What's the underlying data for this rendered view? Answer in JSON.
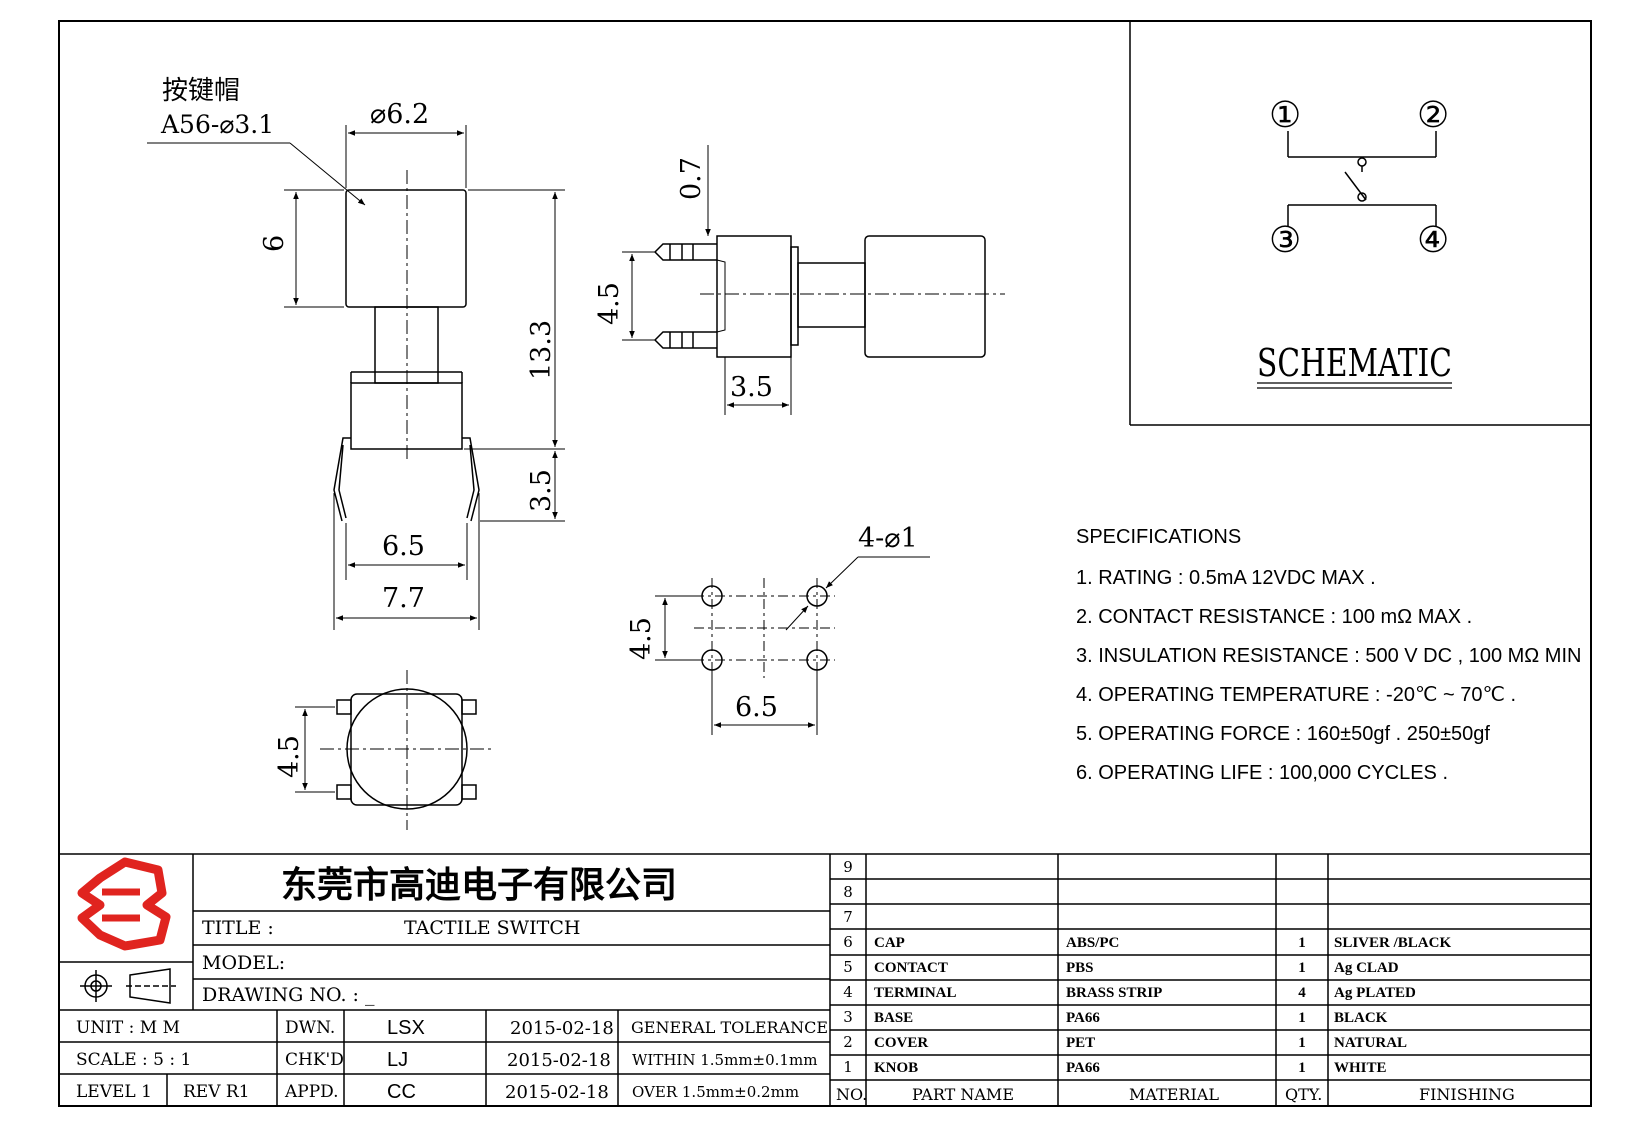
{
  "drawing": {
    "keycap_label_cn": "按键帽",
    "keycap_label_code": "A56-⌀3.1",
    "dim_d62": "⌀6.2",
    "dim_6": "6",
    "dim_133": "13.3",
    "dim_35_right": "3.5",
    "dim_65": "6.5",
    "dim_77": "7.7",
    "dim_07": "0.7",
    "dim_45_side": "4.5",
    "dim_35_side": "3.5",
    "dim_4d1": "4-⌀1",
    "dim_45_holes": "4.5",
    "dim_65_holes": "6.5",
    "dim_45_bottom": "4.5"
  },
  "schematic": {
    "title": "SCHEMATIC",
    "pins": [
      "①",
      "②",
      "③",
      "④"
    ]
  },
  "specifications": {
    "title": "SPECIFICATIONS",
    "items": [
      "1. RATING : 0.5mA 12VDC MAX .",
      "2. CONTACT RESISTANCE : 100 mΩ MAX .",
      "3. INSULATION RESISTANCE : 500 V DC , 100 MΩ MIN",
      "4. OPERATING TEMPERATURE : -20℃ ~ 70℃ .",
      "5. OPERATING FORCE : 160±50gf . 250±50gf",
      "6. OPERATING LIFE : 100,000 CYCLES ."
    ]
  },
  "title_block": {
    "company": "东莞市高迪电子有限公司",
    "title_label": "TITLE :",
    "title_value": "TACTILE SWITCH",
    "model_label": "MODEL:",
    "drawing_no_label": "DRAWING NO. : _",
    "unit_label": "UNIT : M M",
    "scale_label": "SCALE : 5 : 1",
    "level_label": "LEVEL 1",
    "rev_label": "REV R1",
    "dwn_label": "DWN.",
    "chkd_label": "CHK'D",
    "appd_label": "APPD.",
    "dwn_name": "LSX",
    "chkd_name": "LJ",
    "appd_name": "CC",
    "dwn_date": "2015-02-18",
    "chkd_date": "2015-02-18",
    "appd_date": "2015-02-18",
    "tol_title": "GENERAL TOLERANCE",
    "tol_within": "WITHIN 1.5mm±0.1mm",
    "tol_over": "OVER 1.5mm±0.2mm"
  },
  "bom": {
    "headers": [
      "NO.",
      "PART NAME",
      "MATERIAL",
      "QTY.",
      "FINISHING"
    ],
    "rows": [
      {
        "no": "9",
        "part": "",
        "material": "",
        "qty": "",
        "finishing": ""
      },
      {
        "no": "8",
        "part": "",
        "material": "",
        "qty": "",
        "finishing": ""
      },
      {
        "no": "7",
        "part": "",
        "material": "",
        "qty": "",
        "finishing": ""
      },
      {
        "no": "6",
        "part": "CAP",
        "material": "ABS/PC",
        "qty": "1",
        "finishing": "SLIVER /BLACK"
      },
      {
        "no": "5",
        "part": "CONTACT",
        "material": "PBS",
        "qty": "1",
        "finishing": "Ag CLAD"
      },
      {
        "no": "4",
        "part": "TERMINAL",
        "material": "BRASS STRIP",
        "qty": "4",
        "finishing": "Ag PLATED"
      },
      {
        "no": "3",
        "part": "BASE",
        "material": "PA66",
        "qty": "1",
        "finishing": "BLACK"
      },
      {
        "no": "2",
        "part": "COVER",
        "material": "PET",
        "qty": "1",
        "finishing": "NATURAL"
      },
      {
        "no": "1",
        "part": "KNOB",
        "material": "PA66",
        "qty": "1",
        "finishing": "WHITE"
      }
    ]
  },
  "colors": {
    "logo_red": "#e0241f",
    "line": "#000000",
    "dim_line": "#555555"
  }
}
